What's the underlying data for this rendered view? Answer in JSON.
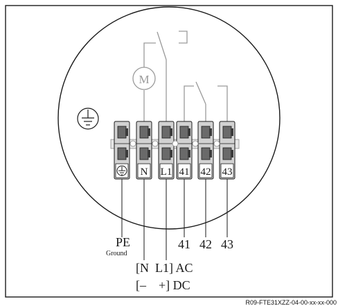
{
  "motor": {
    "symbol": "M"
  },
  "terminals": [
    {
      "id": "pe",
      "label": ""
    },
    {
      "id": "n",
      "label": "N"
    },
    {
      "id": "l1",
      "label": "L1"
    },
    {
      "id": "41",
      "label": "41"
    },
    {
      "id": "42",
      "label": "42"
    },
    {
      "id": "43",
      "label": "43"
    }
  ],
  "bottom_labels": {
    "pe": "PE",
    "ground": "Ground",
    "t41": "41",
    "t42": "42",
    "t43": "43",
    "ac_line": "[N  L1] AC",
    "dc_line": "[–    +] DC"
  },
  "caption": "R09-FTE31XZZ-04-00-xx-xx-000",
  "colors": {
    "line": "#1a1a1a",
    "wire": "#9a9a9a",
    "terminal_fill": "#d2d2d2",
    "terminal_inner": "#6a6a6a"
  }
}
